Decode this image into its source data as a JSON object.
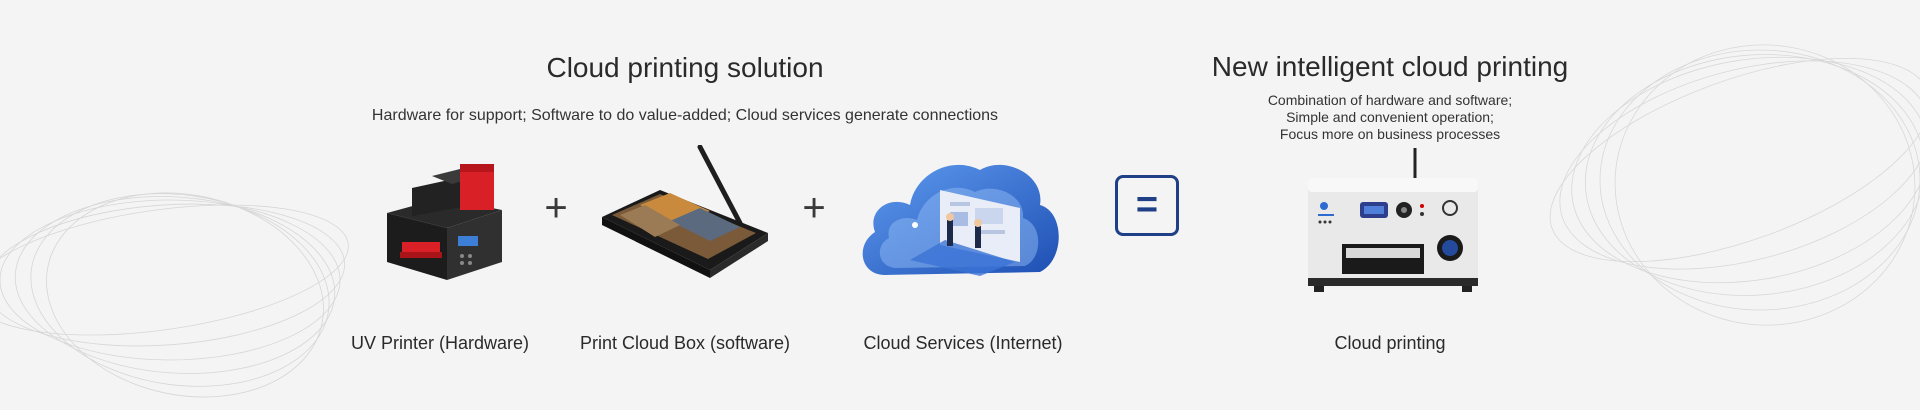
{
  "left_section": {
    "title": "Cloud printing solution",
    "subtitle": "Hardware for support; Software to do value-added; Cloud services generate connections"
  },
  "right_section": {
    "title": "New intelligent cloud printing",
    "subtitle_lines": [
      "Combination of hardware and software;",
      "Simple and convenient operation;",
      "Focus more on business processes"
    ]
  },
  "products": [
    {
      "caption": "UV Printer (Hardware)",
      "icon": "uv-printer-icon"
    },
    {
      "caption": "Print Cloud Box (software)",
      "icon": "tablet-box-icon"
    },
    {
      "caption": "Cloud Services (Internet)",
      "icon": "cloud-services-icon"
    },
    {
      "caption": "Cloud printing",
      "icon": "cloud-printer-icon"
    }
  ],
  "operators": {
    "plus": "+",
    "equals": "="
  },
  "colors": {
    "background": "#f4f4f4",
    "accent": "#1f3f86",
    "printer_red": "#d92027",
    "cloud_blue": "#2e6bd1"
  }
}
